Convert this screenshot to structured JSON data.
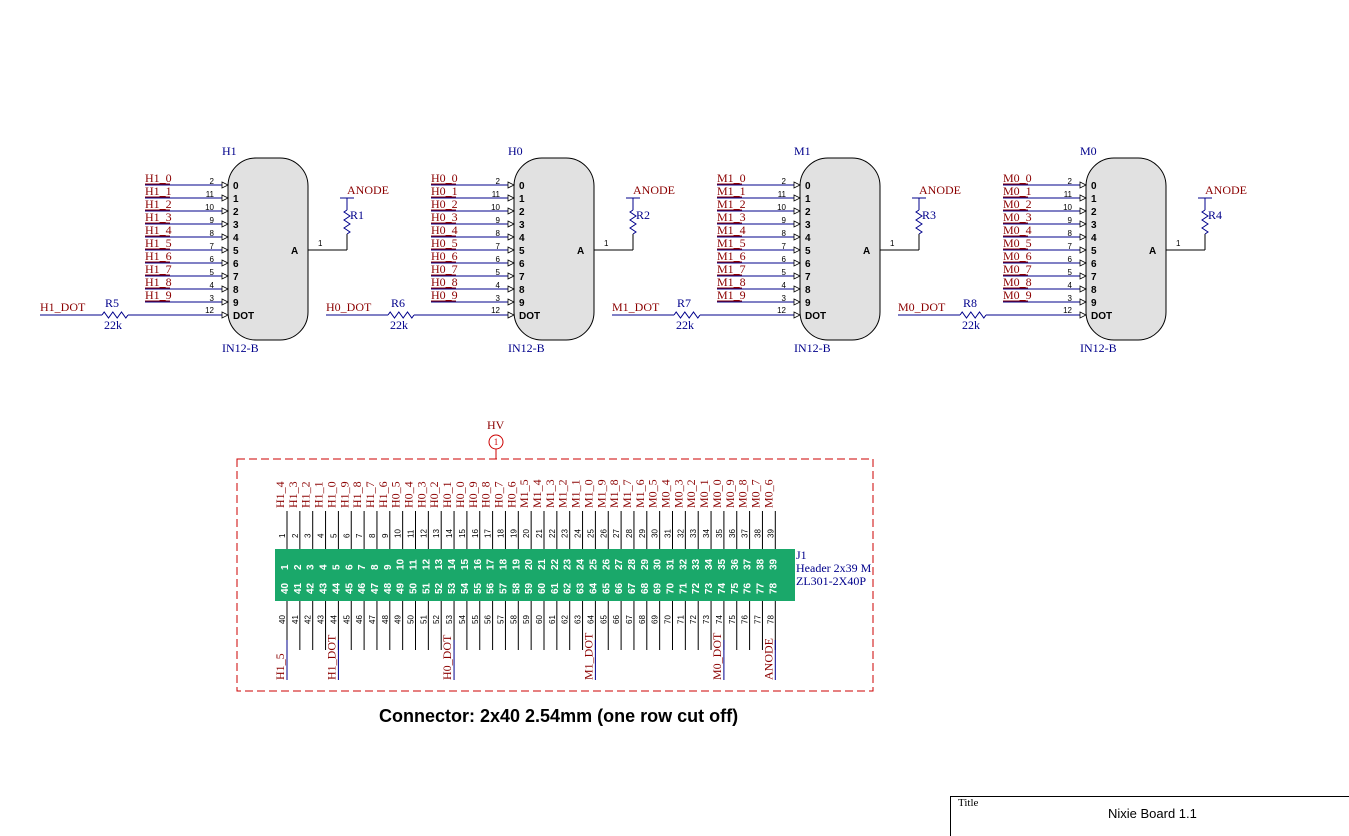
{
  "tubes": [
    {
      "ref": "H1",
      "part": "IN12-B",
      "resistor": "R1",
      "dot_net": "H1_DOT",
      "dot_res": "R5",
      "dot_res_val": "22k",
      "prefix": "H1"
    },
    {
      "ref": "H0",
      "part": "IN12-B",
      "resistor": "R2",
      "dot_net": "H0_DOT",
      "dot_res": "R6",
      "dot_res_val": "22k",
      "prefix": "H0"
    },
    {
      "ref": "M1",
      "part": "IN12-B",
      "resistor": "R3",
      "dot_net": "M1_DOT",
      "dot_res": "R7",
      "dot_res_val": "22k",
      "prefix": "M1"
    },
    {
      "ref": "M0",
      "part": "IN12-B",
      "resistor": "R4",
      "dot_net": "M0_DOT",
      "dot_res": "R8",
      "dot_res_val": "22k",
      "prefix": "M0"
    }
  ],
  "tube_pins": {
    "digits": [
      "0",
      "1",
      "2",
      "3",
      "4",
      "5",
      "6",
      "7",
      "8",
      "9"
    ],
    "numbers": [
      "2",
      "11",
      "10",
      "9",
      "8",
      "7",
      "6",
      "5",
      "4",
      "3"
    ],
    "dot_name": "DOT",
    "dot_number": "12",
    "anode_name": "A",
    "anode_number": "1"
  },
  "anode_net": "ANODE",
  "connector": {
    "power_port": "HV",
    "designator": "J1",
    "comment": "Header 2x39 M",
    "footprint": "ZL301-2X40P",
    "top_nets": [
      "H1_4",
      "H1_3",
      "H1_2",
      "H1_1",
      "H1_0",
      "H1_9",
      "H1_8",
      "H1_7",
      "H1_6",
      "H0_5",
      "H0_4",
      "H0_3",
      "H0_2",
      "H0_1",
      "H0_0",
      "H0_9",
      "H0_8",
      "H0_7",
      "H0_6",
      "M1_5",
      "M1_4",
      "M1_3",
      "M1_2",
      "M1_1",
      "M1_0",
      "M1_9",
      "M1_8",
      "M1_7",
      "M1_6",
      "M0_5",
      "M0_4",
      "M0_3",
      "M0_2",
      "M0_1",
      "M0_0",
      "M0_9",
      "M0_8",
      "M0_7",
      "M0_6"
    ],
    "bottom_nets": [
      "H1_5",
      "",
      "",
      "",
      "H1_DOT",
      "",
      "",
      "",
      "",
      "",
      "",
      "",
      "",
      "H0_DOT",
      "",
      "",
      "",
      "",
      "",
      "",
      "",
      "",
      "",
      "",
      "M1_DOT",
      "",
      "",
      "",
      "",
      "",
      "",
      "",
      "",
      "",
      "M0_DOT",
      "",
      "",
      "",
      "ANODE"
    ]
  },
  "caption": "Connector: 2x40 2.54mm (one row cut off)",
  "title_block": {
    "label": "Title",
    "value": "Nixie Board 1.1"
  },
  "colors": {
    "net": "#8b0000",
    "wire": "#00008b",
    "tube_fill": "#e1e1e1",
    "header_fill": "#1aa86a",
    "harness": "#cc0000"
  }
}
